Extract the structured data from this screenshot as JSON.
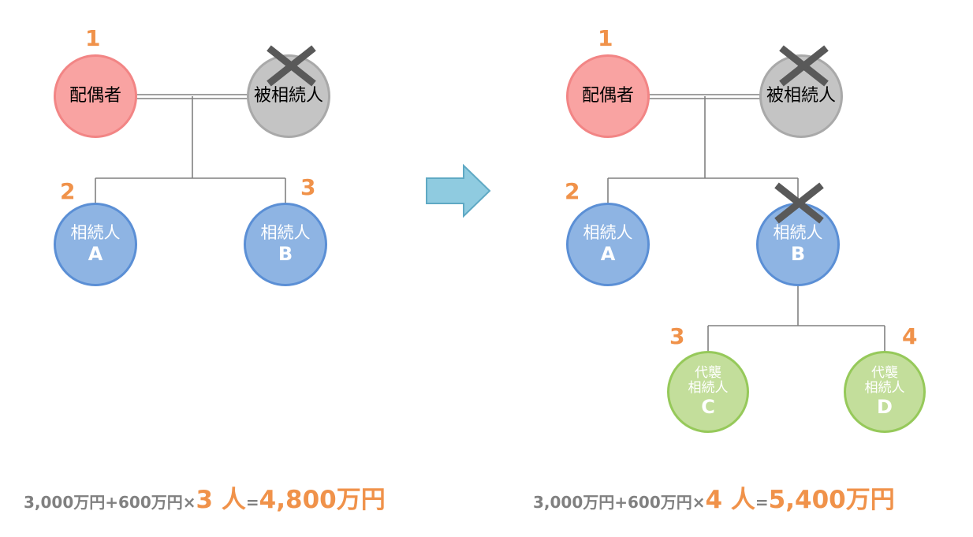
{
  "colors": {
    "accent_orange": "#f0924a",
    "spouse_fill": "#f9a3a2",
    "deceased_fill": "#c4c4c4",
    "heir_fill": "#8eb4e3",
    "representative_fill": "#c3de9b",
    "arrow_fill": "#8fcbe0",
    "connector_line": "#808080",
    "cross_mark": "#595959"
  },
  "icons": {
    "cross": "cross-mark-icon",
    "arrow": "right-arrow-icon"
  },
  "left": {
    "spouse": {
      "number": "1",
      "label": "配偶者"
    },
    "deceased": {
      "label": "被相続人"
    },
    "heir_a": {
      "number": "2",
      "label": "相続人",
      "letter": "A"
    },
    "heir_b": {
      "number": "3",
      "label": "相続人",
      "letter": "B"
    },
    "formula": {
      "base": "3,000万円+600万円×",
      "count": "3 人",
      "equals": "=",
      "total": "4,800万円"
    }
  },
  "right": {
    "spouse": {
      "number": "1",
      "label": "配偶者"
    },
    "deceased": {
      "label": "被相続人"
    },
    "heir_a": {
      "number": "2",
      "label": "相続人",
      "letter": "A"
    },
    "heir_b": {
      "label": "相続人",
      "letter": "B"
    },
    "rep_c": {
      "number": "3",
      "label_line1": "代襲",
      "label_line2": "相続人",
      "letter": "C"
    },
    "rep_d": {
      "number": "4",
      "label_line1": "代襲",
      "label_line2": "相続人",
      "letter": "D"
    },
    "formula": {
      "base": "3,000万円+600万円×",
      "count": "4 人",
      "equals": "=",
      "total": "5,400万円"
    }
  }
}
